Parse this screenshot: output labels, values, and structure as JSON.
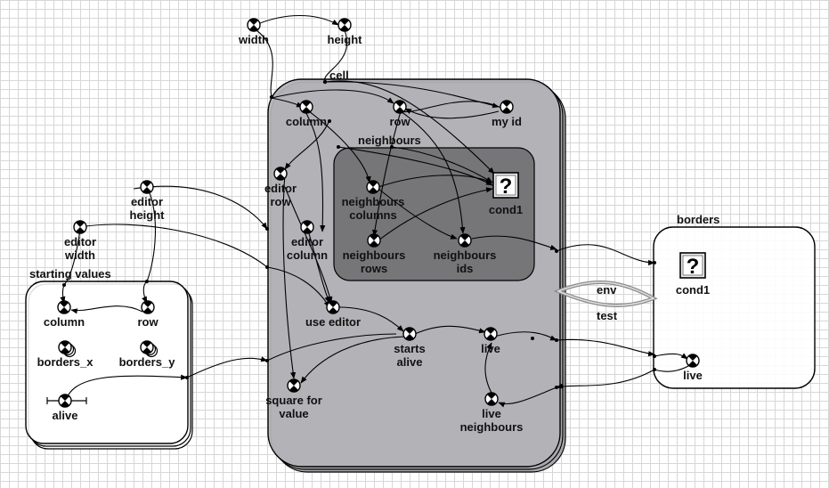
{
  "containers": [
    {
      "id": "starting_values",
      "title": "starting values"
    },
    {
      "id": "cell",
      "title": "cell"
    },
    {
      "id": "neighbours",
      "title": "neighbours"
    },
    {
      "id": "borders",
      "title": "borders"
    }
  ],
  "nodes": [
    {
      "id": "width",
      "label": "width",
      "icon": "variable-node-icon"
    },
    {
      "id": "height",
      "label": "height",
      "icon": "variable-node-icon"
    },
    {
      "id": "cell_column",
      "label": "column",
      "icon": "variable-node-icon"
    },
    {
      "id": "cell_row",
      "label": "row",
      "icon": "variable-node-icon"
    },
    {
      "id": "my_id",
      "label": "my id",
      "icon": "variable-node-icon"
    },
    {
      "id": "editor_row",
      "label": "editor\nrow",
      "icon": "variable-node-icon"
    },
    {
      "id": "editor_column",
      "label": "editor\ncolumn",
      "icon": "variable-node-icon"
    },
    {
      "id": "editor_height",
      "label": "editor\nheight",
      "icon": "variable-node-icon"
    },
    {
      "id": "editor_width",
      "label": "editor\nwidth",
      "icon": "variable-node-icon"
    },
    {
      "id": "use_editor",
      "label": "use editor",
      "icon": "variable-node-icon"
    },
    {
      "id": "starts_alive",
      "label": "starts\nalive",
      "icon": "variable-node-icon"
    },
    {
      "id": "live",
      "label": "live",
      "icon": "variable-node-icon"
    },
    {
      "id": "live_neighbours",
      "label": "live\nneighbours",
      "icon": "variable-node-icon"
    },
    {
      "id": "square_for_value",
      "label": "square for\nvalue",
      "icon": "variable-node-icon"
    },
    {
      "id": "neighbours_columns",
      "label": "neighbours\ncolumns",
      "icon": "variable-node-icon"
    },
    {
      "id": "neighbours_rows",
      "label": "neighbours\nrows",
      "icon": "variable-node-icon"
    },
    {
      "id": "neighbours_ids",
      "label": "neighbours\nids",
      "icon": "variable-node-icon"
    },
    {
      "id": "cond1_inner",
      "label": "cond1",
      "icon": "condition-question-icon"
    },
    {
      "id": "sv_column",
      "label": "column",
      "icon": "variable-node-icon"
    },
    {
      "id": "sv_row",
      "label": "row",
      "icon": "variable-node-icon"
    },
    {
      "id": "borders_x",
      "label": "borders_x",
      "icon": "stacked-node-icon"
    },
    {
      "id": "borders_y",
      "label": "borders_y",
      "icon": "stacked-node-icon"
    },
    {
      "id": "alive",
      "label": "alive",
      "icon": "slider-node-icon"
    },
    {
      "id": "cond1_borders",
      "label": "cond1",
      "icon": "condition-question-icon"
    },
    {
      "id": "live_borders",
      "label": "live",
      "icon": "variable-node-icon"
    }
  ],
  "link_labels": {
    "env": "env",
    "test": "test"
  }
}
